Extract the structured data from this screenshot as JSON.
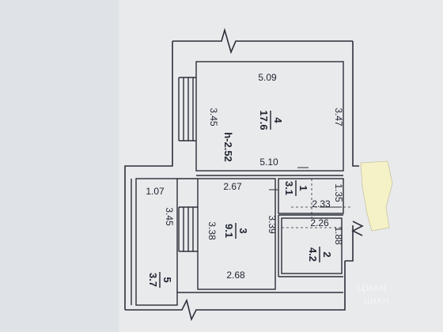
{
  "plan": {
    "ceiling_height": "h-2.52",
    "rooms": [
      {
        "number": "4",
        "area": "17.6"
      },
      {
        "number": "1",
        "area": "3.1"
      },
      {
        "number": "3",
        "area": "9.1"
      },
      {
        "number": "2",
        "area": "4.2"
      },
      {
        "number": "5",
        "area": "3.7"
      }
    ],
    "dimensions": {
      "room4_top": "5.09",
      "room4_left": "3.45",
      "room4_right": "3.47",
      "room4_bottom": "5.10",
      "room3_top": "2.67",
      "room3_left": "3.38",
      "room3_right": "3.39",
      "room3_bottom": "2.68",
      "hall_width": "2.33",
      "hall_side": "1.35",
      "bath_top": "2.26",
      "bath_side": "1.88",
      "balcony_width": "1.07",
      "balcony_length": "3.45"
    }
  },
  "watermark": {
    "brand": "Циан",
    "line2": "ЦИАН"
  },
  "colors": {
    "paper": "#f1f0ec",
    "line": "#2b2f38",
    "tag": "#f6f2c8"
  }
}
